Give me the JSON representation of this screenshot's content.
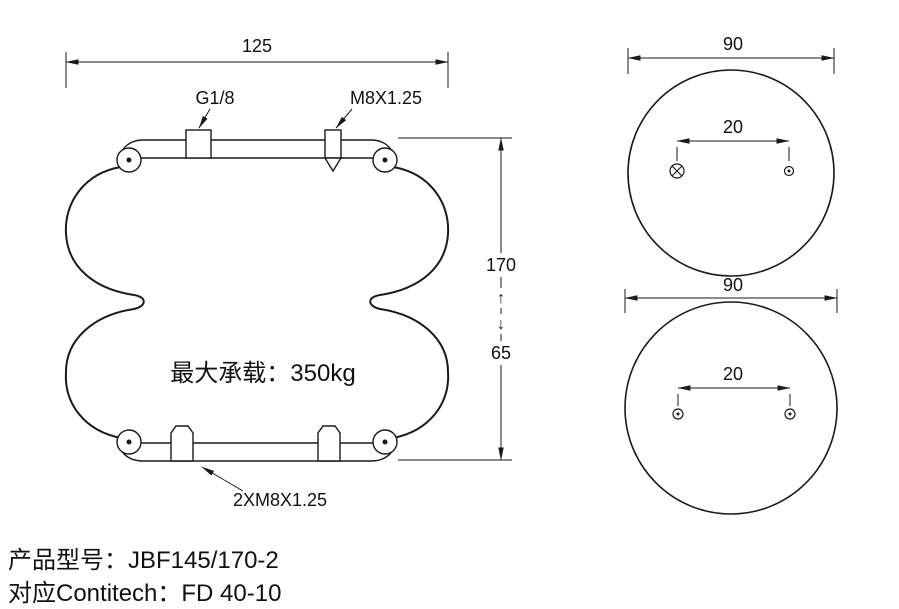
{
  "section_view": {
    "width_dim": "125",
    "port_label": "G1/8",
    "top_stud_label": "M8X1.25",
    "bottom_stud_label": "2XM8X1.25",
    "height_max": "170",
    "range_up": "↑",
    "range_down": "↓",
    "height_min": "65",
    "load_note": "最大承载：350kg"
  },
  "top_view": {
    "diameter_dim": "90",
    "hole_spacing_dim": "20"
  },
  "bottom_view": {
    "diameter_dim": "90",
    "hole_spacing_dim": "20"
  },
  "footer": {
    "model_line": "产品型号：JBF145/170-2",
    "compat_line": "对应Contitech：FD 40-10"
  },
  "colors": {
    "line": "#1a1a1a",
    "background": "#ffffff"
  }
}
